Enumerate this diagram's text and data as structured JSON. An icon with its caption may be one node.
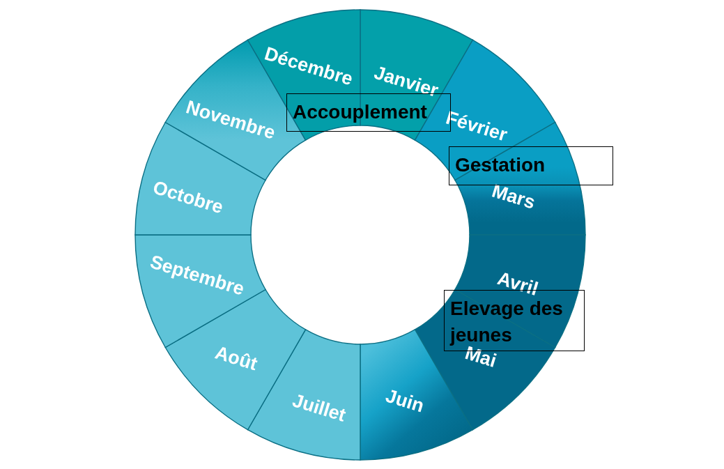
{
  "diagram": {
    "nodes": [
      {
        "text": [
          "Janvier"
        ]
      },
      {
        "text": [
          "Février"
        ]
      },
      {
        "text": [
          "Mars"
        ]
      },
      {
        "text": [
          "Avril"
        ]
      },
      {
        "text": [
          "Mai"
        ]
      },
      {
        "text": [
          "Juin"
        ]
      },
      {
        "text": [
          "Juillet"
        ]
      },
      {
        "text": [
          "Août"
        ]
      },
      {
        "text": [
          "Septembre"
        ]
      },
      {
        "text": [
          "Octobre"
        ]
      },
      {
        "text": [
          "Novembre"
        ]
      },
      {
        "text": [
          "Décembre"
        ]
      },
      {
        "text": [
          "Accouplement"
        ]
      },
      {
        "text": [
          "Gestation"
        ]
      },
      {
        "text": [
          "Elevage des jeunes"
        ]
      }
    ]
  }
}
